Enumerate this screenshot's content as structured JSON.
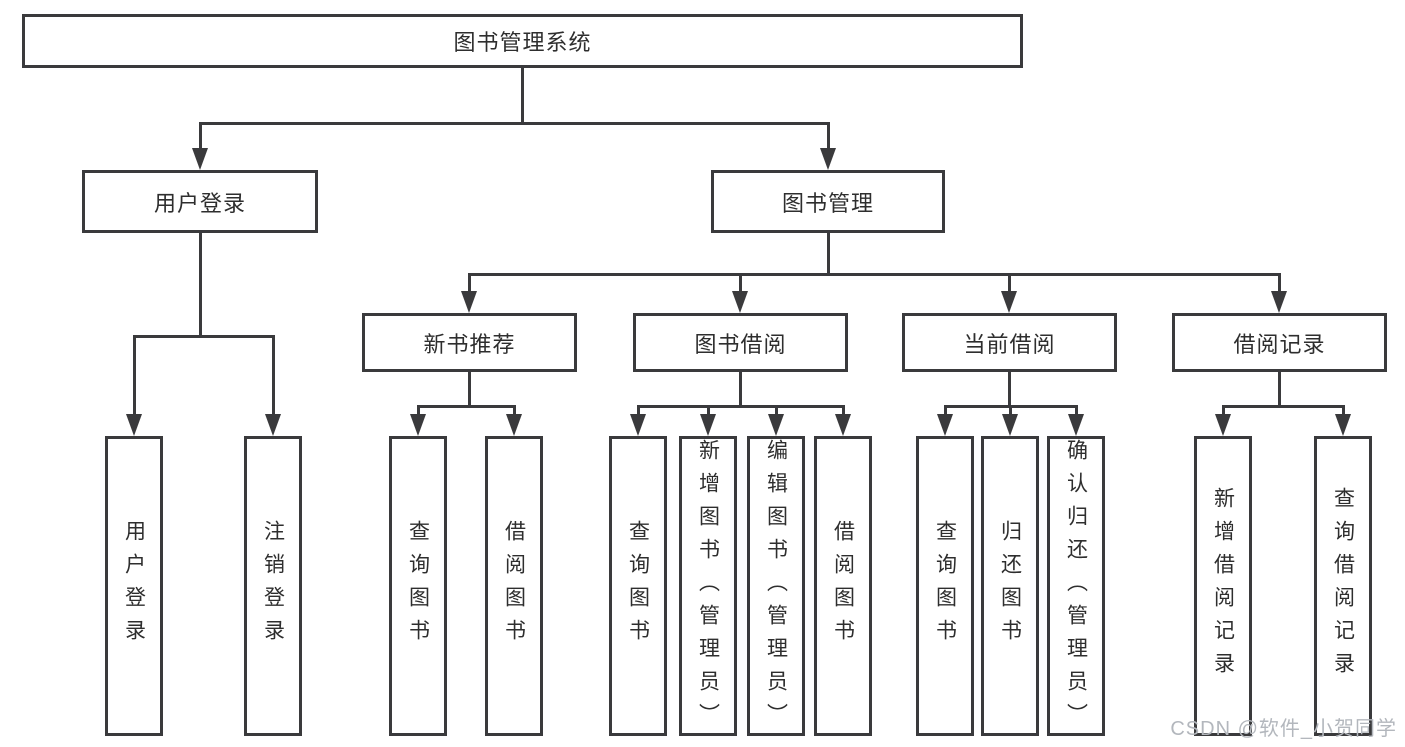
{
  "nodes": {
    "root": {
      "label": "图书管理系统"
    },
    "user_login_group": {
      "label": "用户登录"
    },
    "book_mgmt": {
      "label": "图书管理"
    },
    "new_book_rec": {
      "label": "新书推荐"
    },
    "book_borrow": {
      "label": "图书借阅"
    },
    "current_borrow": {
      "label": "当前借阅"
    },
    "borrow_records": {
      "label": "借阅记录"
    },
    "leaf_user_login": {
      "label": "用户登录"
    },
    "leaf_logout": {
      "label": "注销登录"
    },
    "leaf_nbr_query": {
      "label": "查询图书"
    },
    "leaf_nbr_borrow": {
      "label": "借阅图书"
    },
    "leaf_bb_query": {
      "label": "查询图书"
    },
    "leaf_bb_add": {
      "label": "新增图书（管理员）"
    },
    "leaf_bb_edit": {
      "label": "编辑图书（管理员）"
    },
    "leaf_bb_borrow": {
      "label": "借阅图书"
    },
    "leaf_cb_query": {
      "label": "查询图书"
    },
    "leaf_cb_return": {
      "label": "归还图书"
    },
    "leaf_cb_confirm": {
      "label": "确认归还（管理员）"
    },
    "leaf_br_add": {
      "label": "新增借阅记录"
    },
    "leaf_br_query": {
      "label": "查询借阅记录"
    }
  },
  "hierarchy": {
    "root": "图书管理系统",
    "children": [
      {
        "label": "用户登录",
        "children": [
          "用户登录",
          "注销登录"
        ]
      },
      {
        "label": "图书管理",
        "children": [
          {
            "label": "新书推荐",
            "children": [
              "查询图书",
              "借阅图书"
            ]
          },
          {
            "label": "图书借阅",
            "children": [
              "查询图书",
              "新增图书（管理员）",
              "编辑图书（管理员）",
              "借阅图书"
            ]
          },
          {
            "label": "当前借阅",
            "children": [
              "查询图书",
              "归还图书",
              "确认归还（管理员）"
            ]
          },
          {
            "label": "借阅记录",
            "children": [
              "新增借阅记录",
              "查询借阅记录"
            ]
          }
        ]
      }
    ]
  },
  "watermark": {
    "text": "CSDN @软件_小贺同学"
  },
  "colors": {
    "line": "#3a3a3c",
    "text": "#2e2e2e",
    "box_background": "#ffffff",
    "background": "#ffffff",
    "watermark": "#b3b7bd"
  }
}
